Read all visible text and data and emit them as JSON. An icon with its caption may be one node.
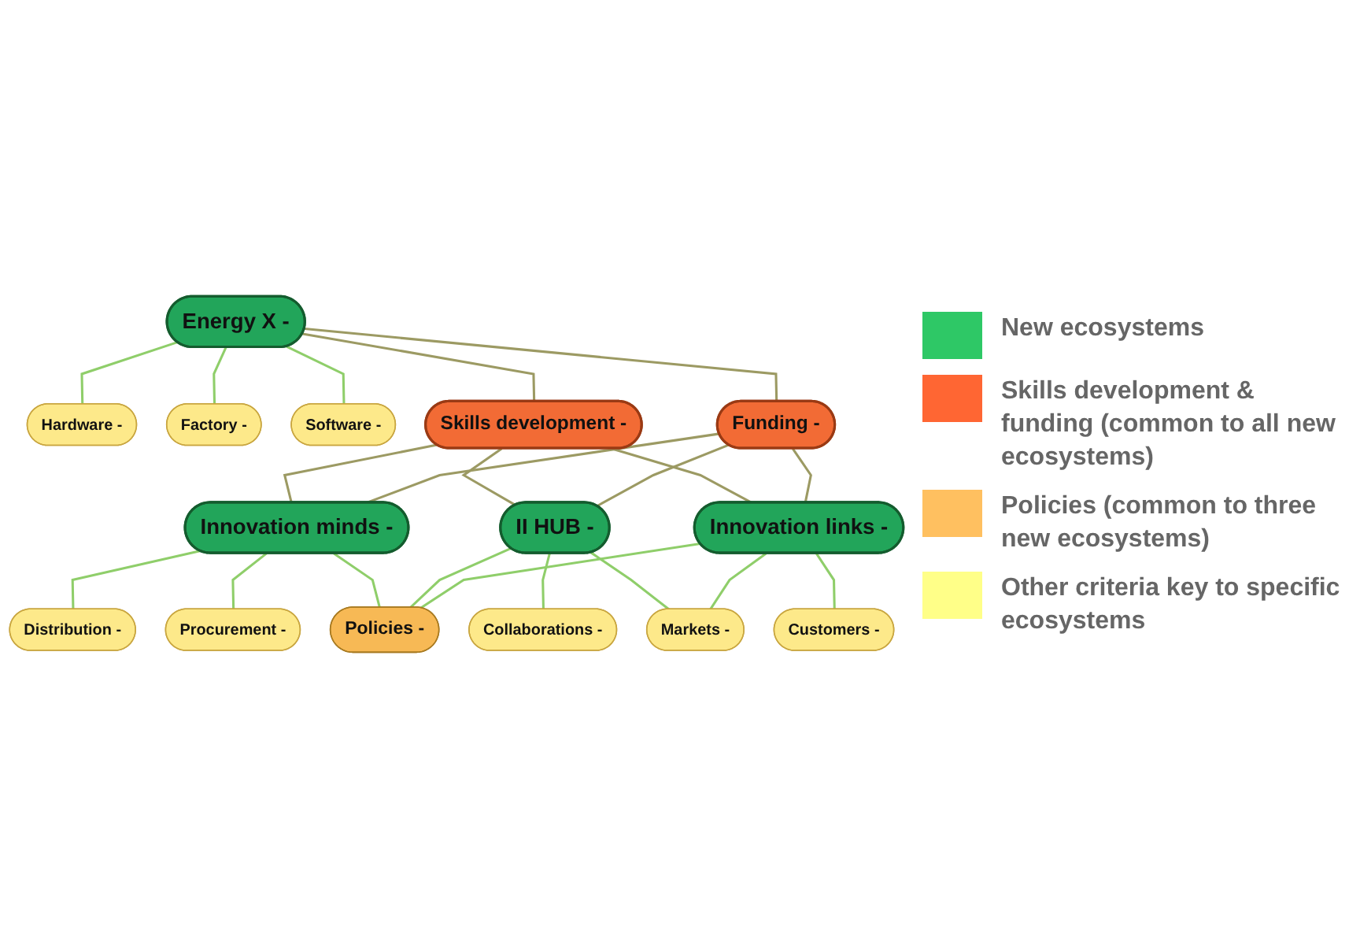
{
  "diagram": {
    "nodes": [
      {
        "text": [
          "Hardware -"
        ]
      },
      {
        "text": [
          "Factory -"
        ]
      },
      {
        "text": [
          "Energy X -"
        ]
      },
      {
        "text": [
          "Software -"
        ]
      },
      {
        "text": [
          "Skills development -"
        ]
      },
      {
        "text": [
          "Distribution -"
        ]
      },
      {
        "text": [
          "Innovation minds -"
        ]
      },
      {
        "text": [
          "Procurement -"
        ]
      },
      {
        "text": [
          "Funding -"
        ]
      },
      {
        "text": [
          "II HUB -"
        ]
      },
      {
        "text": [
          "Policies -"
        ]
      },
      {
        "text": [
          "Collaborations -"
        ]
      },
      {
        "text": [
          "Innovation links -"
        ]
      },
      {
        "text": [
          "Markets -"
        ]
      },
      {
        "text": [
          "Customers -"
        ]
      }
    ],
    "edges": [
      {
        "from": 2,
        "to": 0,
        "arrow": "none"
      },
      {
        "from": 2,
        "to": 1,
        "arrow": "none"
      },
      {
        "from": 2,
        "to": 3,
        "arrow": "none"
      },
      {
        "from": 2,
        "to": 4,
        "arrow": "none",
        "color": "#9c9a63"
      },
      {
        "from": 2,
        "to": 8,
        "arrow": "none",
        "color": "#9c9a63"
      },
      {
        "from": 4,
        "to": 6,
        "arrow": "none",
        "color": "#9c9a63"
      },
      {
        "from": 4,
        "to": 9,
        "arrow": "none",
        "color": "#9c9a63"
      },
      {
        "from": 4,
        "to": 12,
        "arrow": "none",
        "color": "#9c9a63"
      },
      {
        "from": 8,
        "to": 6,
        "arrow": "none",
        "color": "#9c9a63"
      },
      {
        "from": 8,
        "to": 9,
        "arrow": "none",
        "color": "#9c9a63"
      },
      {
        "from": 8,
        "to": 12,
        "arrow": "none",
        "color": "#9c9a63"
      },
      {
        "from": 6,
        "to": 5,
        "arrow": "none"
      },
      {
        "from": 6,
        "to": 7,
        "arrow": "none"
      },
      {
        "from": 6,
        "to": 10,
        "arrow": "none"
      },
      {
        "from": 9,
        "to": 10,
        "arrow": "none"
      },
      {
        "from": 9,
        "to": 11,
        "arrow": "none"
      },
      {
        "from": 9,
        "to": 13,
        "arrow": "none"
      },
      {
        "from": 12,
        "to": 10,
        "arrow": "none"
      },
      {
        "from": 12,
        "to": 13,
        "arrow": "none"
      },
      {
        "from": 12,
        "to": 14,
        "arrow": "none"
      }
    ],
    "legend": [
      {
        "text": "New ecosystems",
        "color": "#2ec866"
      },
      {
        "text": "Skills development & funding (common to all new ecosystems)",
        "color": "#ff6633"
      },
      {
        "text": "Policies (common to three new ecosystems)",
        "color": "#ffc060"
      },
      {
        "text": "Other criteria key to specific ecosystems",
        "color": "#ffff88"
      }
    ]
  }
}
